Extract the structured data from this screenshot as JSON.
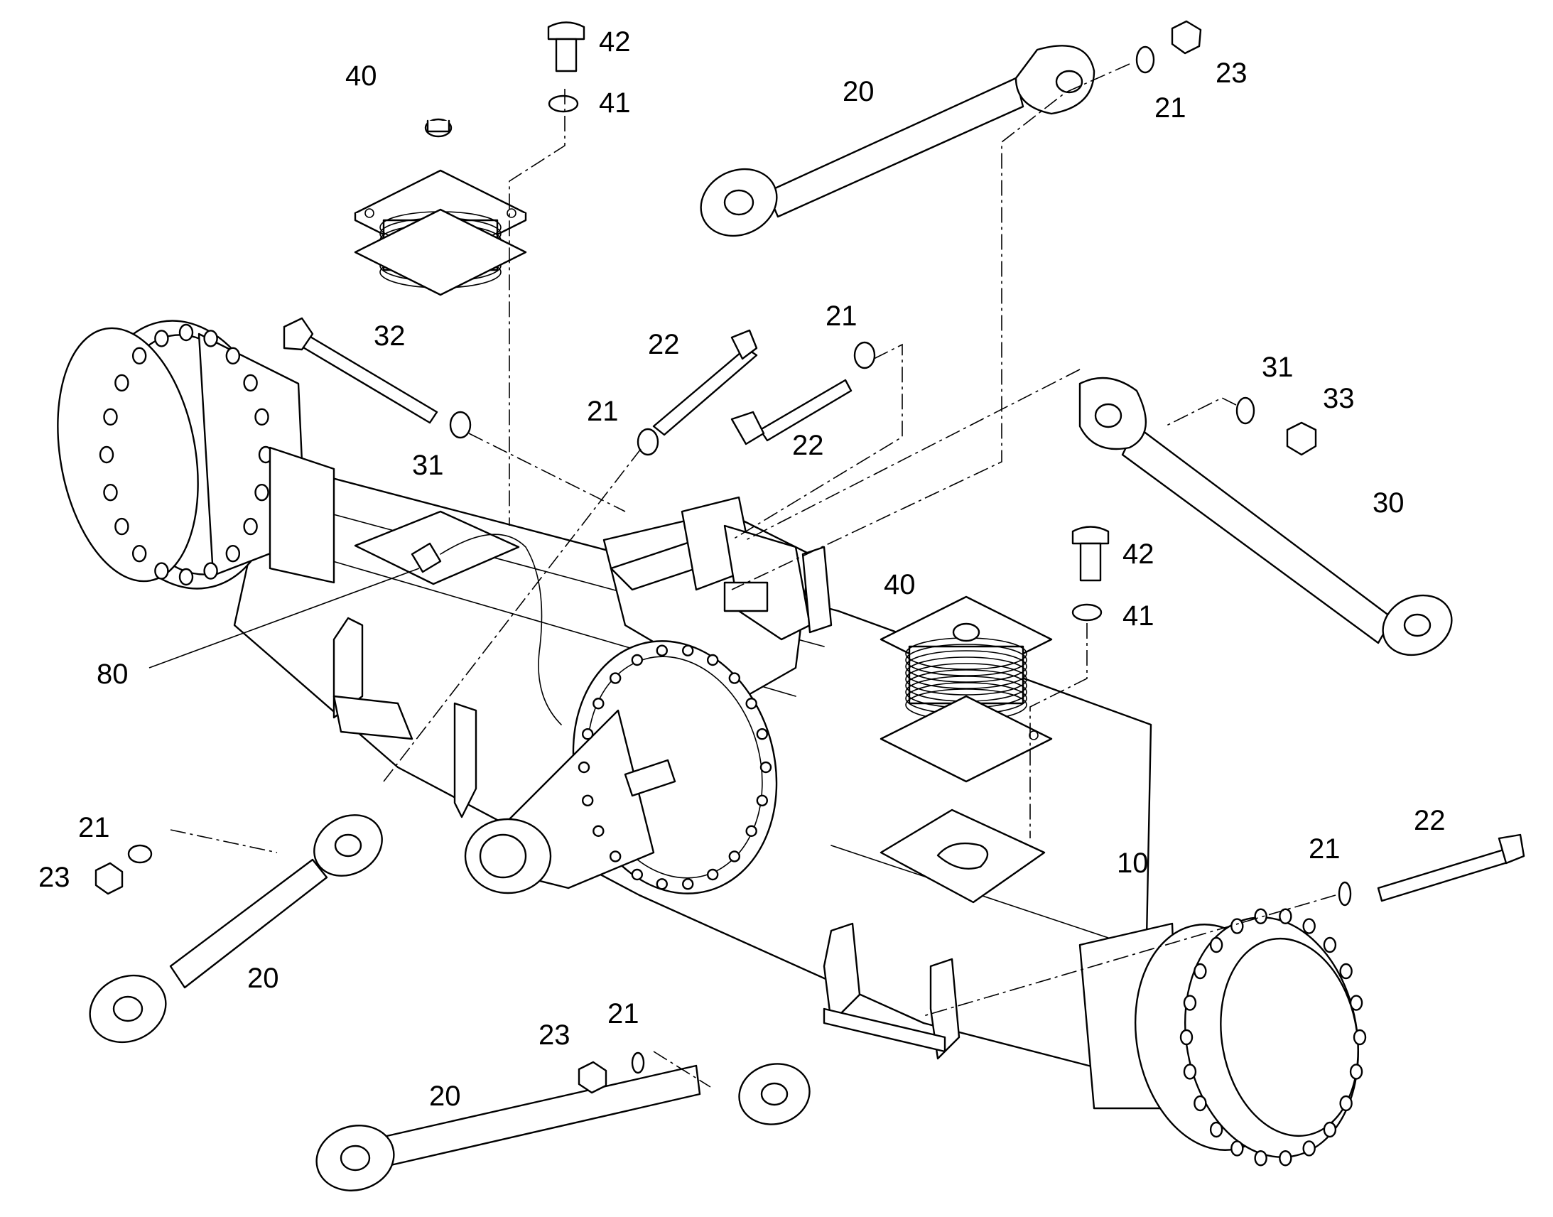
{
  "callouts": {
    "c1": "42",
    "c2": "41",
    "c3": "40",
    "c4": "20",
    "c5": "21",
    "c6": "23",
    "c7": "32",
    "c8": "22",
    "c9": "21",
    "c10": "22",
    "c11": "21",
    "c12": "31",
    "c13": "31",
    "c14": "33",
    "c15": "30",
    "c16": "42",
    "c17": "40",
    "c18": "41",
    "c19": "80",
    "c20": "10",
    "c21": "22",
    "c22": "21",
    "c23": "21",
    "c24": "23",
    "c25": "20",
    "c26": "23",
    "c27": "21",
    "c28": "20"
  }
}
